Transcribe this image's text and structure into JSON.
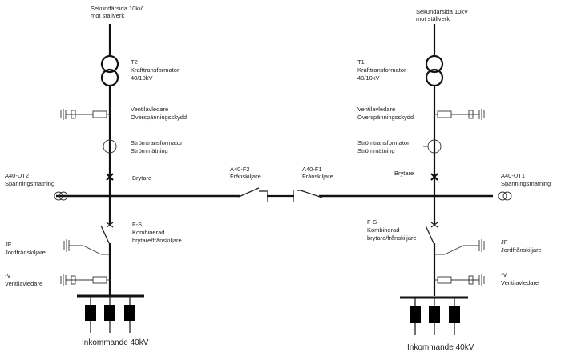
{
  "left": {
    "supply": [
      "Sekundärsida 10kV",
      "mot ställverk"
    ],
    "transformer": [
      "T2",
      "Krafttransformator",
      "40/10kV"
    ],
    "surge_arrester": [
      "Ventilavledare",
      "Överspänningsskydd"
    ],
    "current_transformer": [
      "Strömtransformator",
      "Strömmätning"
    ],
    "breaker": "Brytare",
    "voltage_measurement": [
      "A40-UT2",
      "Spänningsmätning"
    ],
    "combined_switch": [
      "F-S",
      "Kombinerad",
      "brytare/frånskiljare"
    ],
    "earthing_switch": [
      "JF",
      "Jordfrånskiljare"
    ],
    "lower_arrester": [
      "-V",
      "Ventilavledare"
    ],
    "incoming": "Inkommande 40kV"
  },
  "right": {
    "supply": [
      "Sekundärsida 10kV",
      "mot ställverk"
    ],
    "transformer": [
      "T1",
      "Krafttransformator",
      "40/10kV"
    ],
    "surge_arrester": [
      "Ventilavledare",
      "Överspänningsskydd"
    ],
    "current_transformer": [
      "Strömtransformator",
      "Strömmätning"
    ],
    "breaker": "Brytare",
    "voltage_measurement": [
      "A40-UT1",
      "Spänningsmätning"
    ],
    "combined_switch": [
      "F-S",
      "Kombinerad",
      "brytare/frånskiljare"
    ],
    "earthing_switch": [
      "JF",
      "Jordfrånskiljare"
    ],
    "lower_arrester": [
      "-V",
      "Ventilavledare"
    ],
    "incoming": "Inkommande 40kV"
  },
  "coupling": {
    "left_disconnector": [
      "A40-F2",
      "Frånskiljare"
    ],
    "right_disconnector": [
      "A40-F1",
      "Frånskiljare"
    ]
  }
}
